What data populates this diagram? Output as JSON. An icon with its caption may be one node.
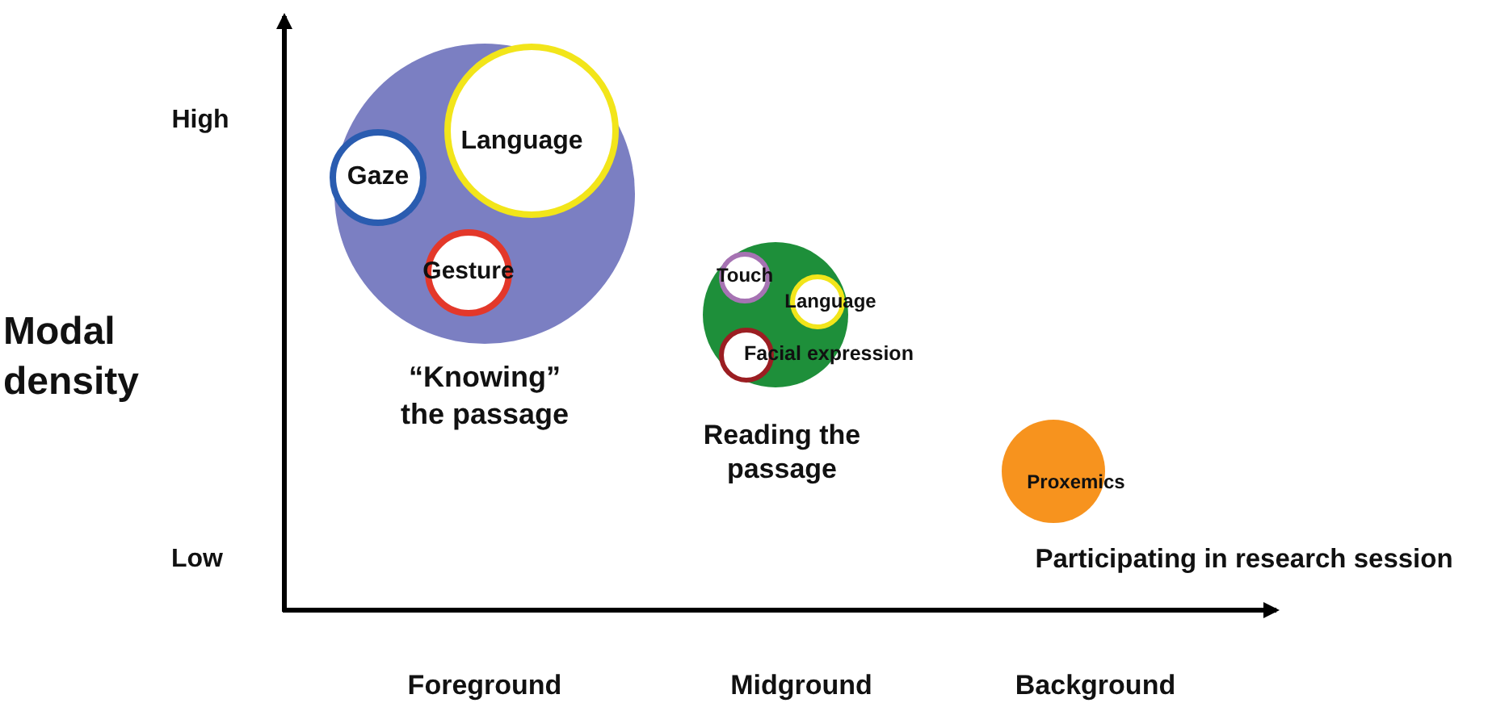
{
  "diagram": {
    "nodes": [
      {
        "text": [
          "“Knowing” the passage"
        ]
      },
      {
        "text": [
          "Gaze"
        ],
        "in": 0
      },
      {
        "text": [
          "Language"
        ],
        "in": 0
      },
      {
        "text": [
          "Gesture"
        ],
        "in": 0
      },
      {
        "text": [
          "Reading the passage"
        ]
      },
      {
        "text": [
          "Touch"
        ],
        "in": 4
      },
      {
        "text": [
          "Language"
        ],
        "in": 4
      },
      {
        "text": [
          "Facial expression"
        ],
        "in": 4
      },
      {
        "text": [
          "Proxemics"
        ],
        "beside": [
          "Participating in research session"
        ]
      }
    ],
    "edges": [],
    "labels": [
      "High",
      "Modal density",
      "Low",
      "Foreground",
      "Midground",
      "Background"
    ]
  }
}
